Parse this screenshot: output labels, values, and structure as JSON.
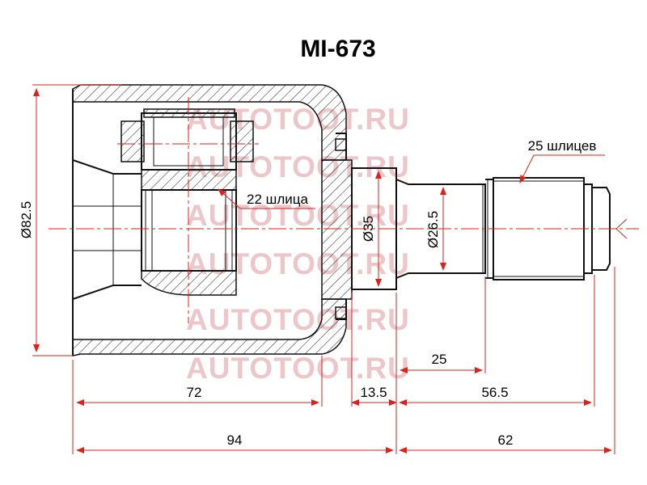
{
  "part_number": "MI-673",
  "watermark": "AUTOTOOT.RU",
  "labels": {
    "outer_spline_count": "25 шлицев",
    "inner_spline_count": "22 шлица"
  },
  "dimensions": {
    "outer_diameter": "Ø82.5",
    "seal_diameter": "Ø35",
    "shaft_diameter": "Ø26.5",
    "housing_length": "72",
    "collar_length": "13.5",
    "spline_length": "25",
    "shaft_length": "56.5",
    "total_housing": "94",
    "total_shaft": "62"
  }
}
